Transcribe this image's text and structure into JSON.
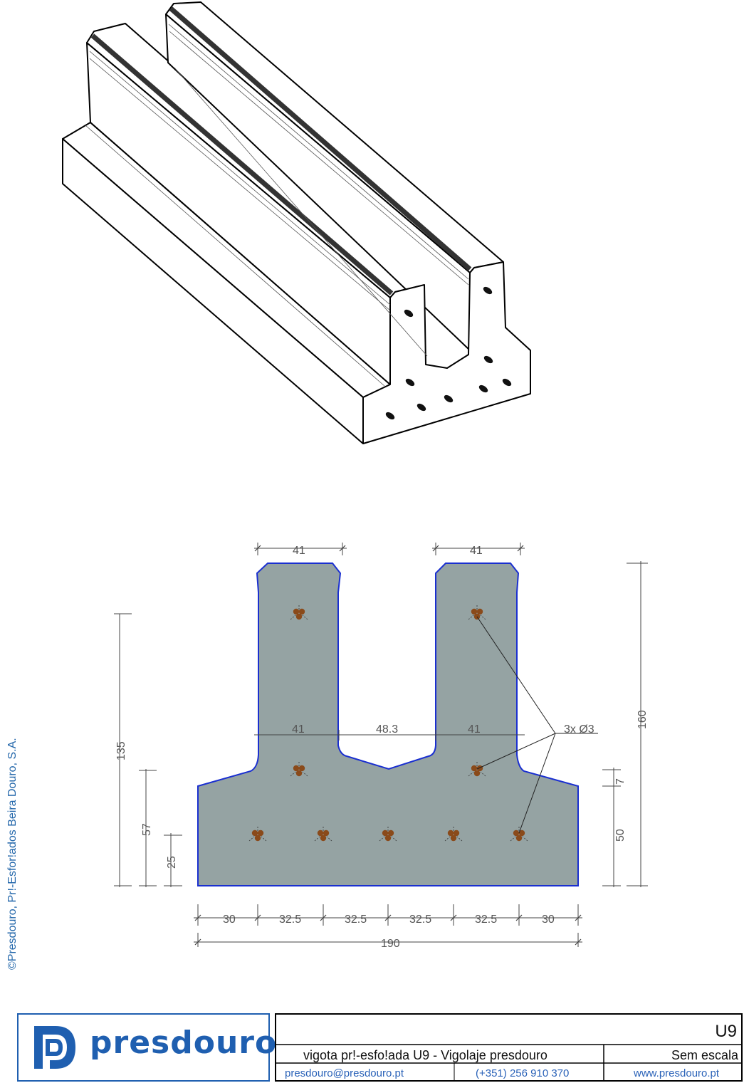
{
  "copyright": "©Presdouro, Pr!-Esfor!ados Beira Douro, S.A.",
  "logo": {
    "text": "presdouro",
    "icon": "pd-monogram-icon",
    "color": "#1f5fb0"
  },
  "section": {
    "fill_color": "#95a3a3",
    "outline_color": "#1a2fd0",
    "strand_color": "#8a4a1a",
    "strand_label": "3x Ø3",
    "dimensions": {
      "top_left": "41",
      "top_right": "41",
      "mid_left": "41",
      "mid_center": "48.3",
      "mid_right": "41",
      "height_135": "135",
      "height_57": "57",
      "height_25": "25",
      "height_160": "160",
      "height_7": "7",
      "height_50": "50",
      "bottom_30a": "30",
      "bottom_325a": "32.5",
      "bottom_325b": "32.5",
      "bottom_325c": "32.5",
      "bottom_325d": "32.5",
      "bottom_30b": "30",
      "total_width": "190"
    }
  },
  "title_block": {
    "code": "U9",
    "description": "vigota pr!-esfo!ada U9 - Vigolaje presdouro",
    "scale": "Sem escala",
    "email": "presdouro@presdouro.pt",
    "phone": "(+351) 256 910 370",
    "website": "www.presdouro.pt"
  }
}
